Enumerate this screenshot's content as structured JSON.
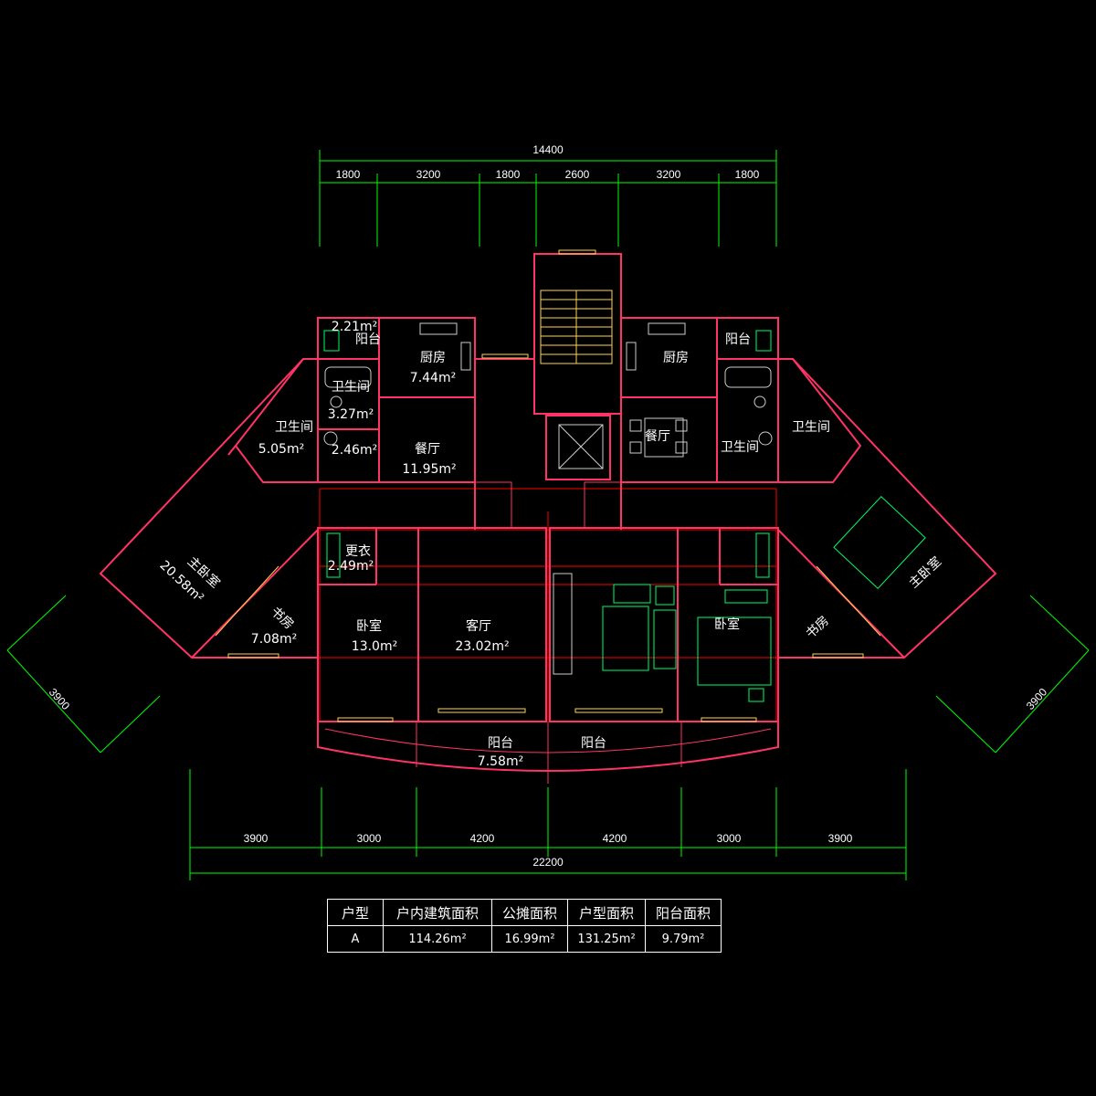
{
  "dimensions": {
    "top_total": "14400",
    "top": [
      "1800",
      "3200",
      "1800",
      "2600",
      "3200",
      "1800"
    ],
    "bottom": [
      "3900",
      "3000",
      "4200",
      "4200",
      "3000",
      "3900"
    ],
    "bottom_total": "22200",
    "left_diag": "3900",
    "right_diag": "3900"
  },
  "rooms": {
    "balcony_nw": {
      "name": "阳台",
      "area": "2.21m²"
    },
    "kitchen_left": {
      "name": "厨房",
      "area": "7.44m²"
    },
    "bath_left_inner": {
      "name": "卫生间",
      "area": "3.27m²"
    },
    "bath_left_outer": {
      "name": "卫生间",
      "area": "5.05m²"
    },
    "bath_left_small_area": "2.46m²",
    "dining_left": {
      "name": "餐厅",
      "area": "11.95m²"
    },
    "master_left": {
      "name": "主卧室",
      "area": "20.58m²"
    },
    "closet": {
      "name": "更衣",
      "area": "2.49m²"
    },
    "study_left": {
      "name": "书房",
      "area": "7.08m²"
    },
    "bedroom_left": {
      "name": "卧室",
      "area": "13.0m²"
    },
    "living_left": {
      "name": "客厅",
      "area": "23.02m²"
    },
    "balcony_south_left": {
      "name": "阳台",
      "area": "7.58m²"
    },
    "balcony_south_right": {
      "name": "阳台"
    },
    "kitchen_right": {
      "name": "厨房"
    },
    "balcony_ne": {
      "name": "阳台"
    },
    "dining_right": {
      "name": "餐厅"
    },
    "bath_right_inner": {
      "name": "卫生间"
    },
    "bath_right_outer": {
      "name": "卫生间"
    },
    "master_right": {
      "name": "主卧室"
    },
    "bedroom_right": {
      "name": "卧室"
    },
    "study_right": {
      "name": "书房"
    }
  },
  "summary_table": {
    "headers": [
      "户型",
      "户内建筑面积",
      "公摊面积",
      "户型面积",
      "阳台面积"
    ],
    "rows": [
      [
        "A",
        "114.26m²",
        "16.99m²",
        "131.25m²",
        "9.79m²"
      ]
    ]
  },
  "colors": {
    "background": "#000000",
    "dimension_lines": "#00ff00",
    "walls": "#ff3366",
    "axis_lines": "#ff0000",
    "windows": "#ffd34d",
    "furniture": "#00ff66",
    "text": "#ffffff"
  }
}
